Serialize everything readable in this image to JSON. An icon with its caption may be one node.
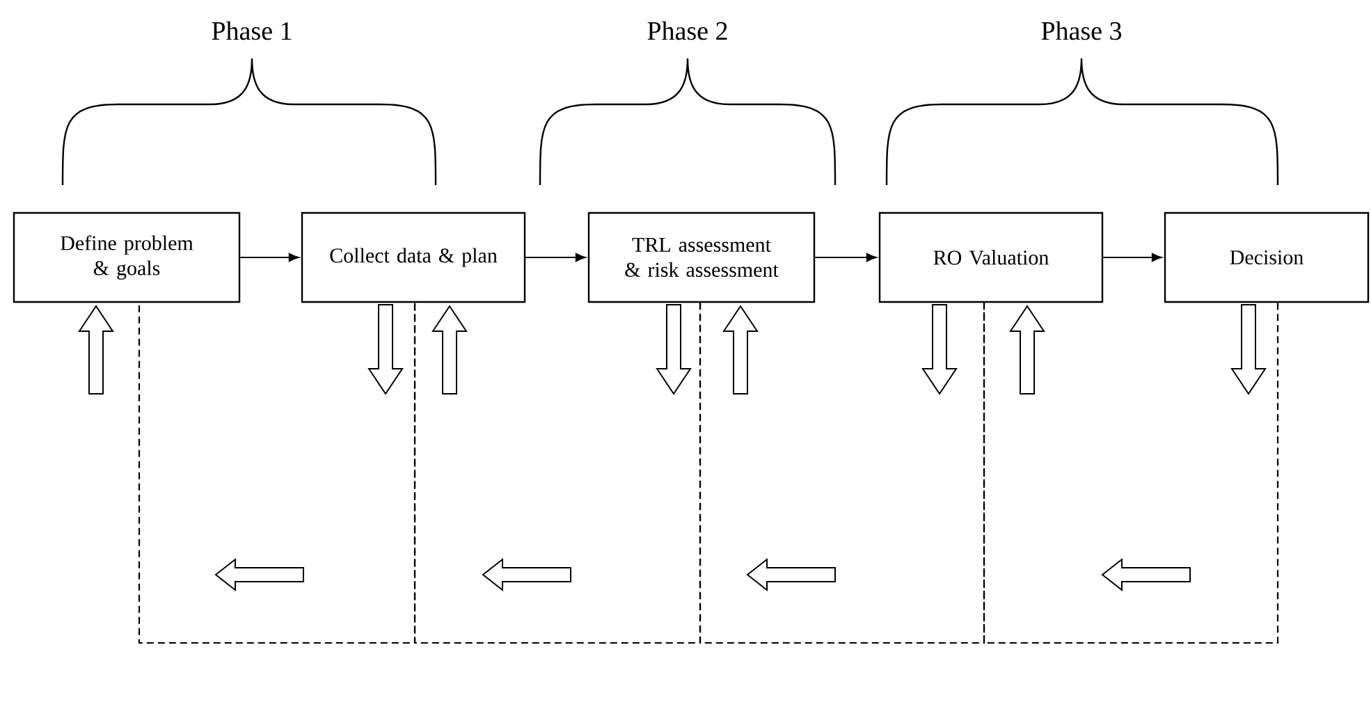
{
  "diagram": {
    "nodes": [
      {
        "text": [
          "Define problem & goals"
        ]
      },
      {
        "text": [
          "Collect data & plan"
        ]
      },
      {
        "text": [
          "TRL assessment & risk assessment"
        ]
      },
      {
        "text": [
          "RO Valuation"
        ]
      },
      {
        "text": [
          "Decision"
        ]
      }
    ],
    "edges": [
      {
        "from": 0,
        "to": 1,
        "arrow": "to"
      },
      {
        "from": 1,
        "to": 2,
        "arrow": "to"
      },
      {
        "from": 2,
        "to": 3,
        "arrow": "to"
      },
      {
        "from": 3,
        "to": 4,
        "arrow": "to"
      },
      {
        "from": 4,
        "to": 3,
        "arrow": "none",
        "style": "dashed"
      },
      {
        "from": 3,
        "to": 2,
        "arrow": "none",
        "style": "dashed"
      },
      {
        "from": 2,
        "to": 1,
        "arrow": "none",
        "style": "dashed"
      },
      {
        "from": 1,
        "to": 0,
        "arrow": "none",
        "style": "dashed"
      }
    ],
    "labels": [
      "Phase 1",
      "Phase 2",
      "Phase 3"
    ]
  }
}
